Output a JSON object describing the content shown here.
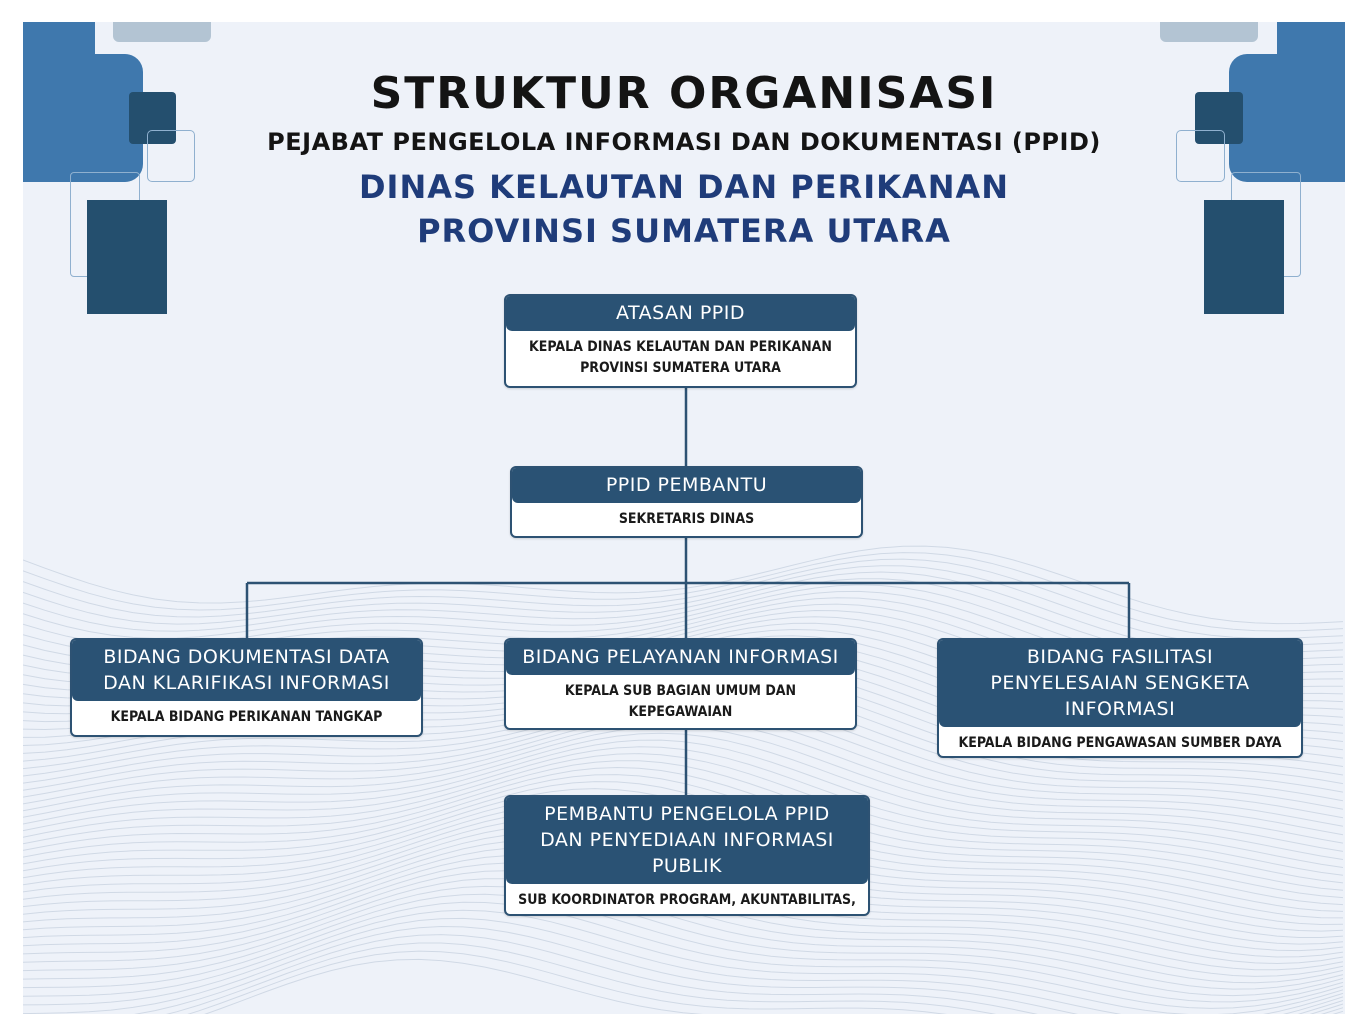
{
  "title": "STRUKTUR ORGANISASI",
  "subtitle": "PEJABAT PENGELOLA INFORMASI DAN DOKUMENTASI (PPID)",
  "agency_line1": "DINAS KELAUTAN DAN PERIKANAN",
  "agency_line2": "PROVINSI SUMATERA UTARA",
  "colors": {
    "header_fill": "#2a5274",
    "agency_text": "#1f3c7a",
    "background": "#eef2f9",
    "accent_blue": "#3f78ad",
    "accent_dark": "#244f6e"
  },
  "nodes": {
    "atasan": {
      "title": "ATASAN PPID",
      "body": "KEPALA DINAS KELAUTAN DAN PERIKANAN PROVINSI SUMATERA UTARA"
    },
    "pembantu": {
      "title": "PPID PEMBANTU",
      "body": "SEKRETARIS DINAS"
    },
    "dokumentasi": {
      "title": "BIDANG DOKUMENTASI DATA DAN KLARIFIKASI INFORMASI",
      "body": "KEPALA BIDANG PERIKANAN TANGKAP"
    },
    "pelayanan": {
      "title": "BIDANG PELAYANAN INFORMASI",
      "body": "KEPALA SUB BAGIAN UMUM DAN KEPEGAWAIAN"
    },
    "fasilitasi": {
      "title": "BIDANG FASILITASI PENYELESAIAN SENGKETA INFORMASI",
      "body": "KEPALA BIDANG PENGAWASAN SUMBER DAYA KELAUTAN DAN PERIKANAN"
    },
    "pengelola": {
      "title": "PEMBANTU PENGELOLA PPID DAN PENYEDIAAN INFORMASI PUBLIK",
      "body": "SUB KOORDINATOR PROGRAM, AKUNTABILITAS, DAN INFORMASI PUBLIK"
    }
  }
}
